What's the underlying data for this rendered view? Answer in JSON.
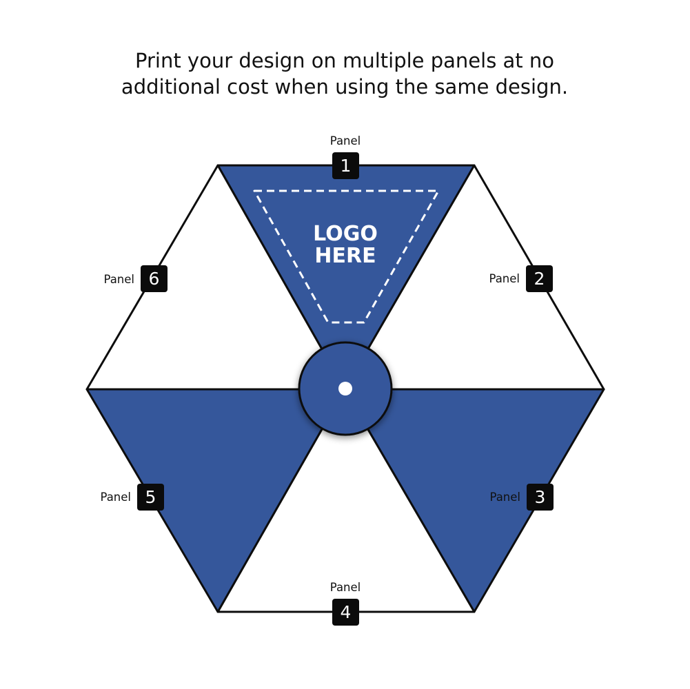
{
  "headline": {
    "line1": "Print your design on multiple panels at no",
    "line2": "additional cost when using the same design."
  },
  "colors": {
    "panel_blue": "#35579b",
    "panel_white": "#ffffff",
    "outline": "#0d0d0d",
    "badge": "#0b0b0b"
  },
  "logo_placeholder": {
    "line1": "LOGO",
    "line2": "HERE"
  },
  "panels": [
    {
      "word": "Panel",
      "number": "1",
      "fill": "blue"
    },
    {
      "word": "Panel",
      "number": "2",
      "fill": "white"
    },
    {
      "word": "Panel",
      "number": "3",
      "fill": "blue"
    },
    {
      "word": "Panel",
      "number": "4",
      "fill": "white"
    },
    {
      "word": "Panel",
      "number": "5",
      "fill": "blue"
    },
    {
      "word": "Panel",
      "number": "6",
      "fill": "white"
    }
  ]
}
